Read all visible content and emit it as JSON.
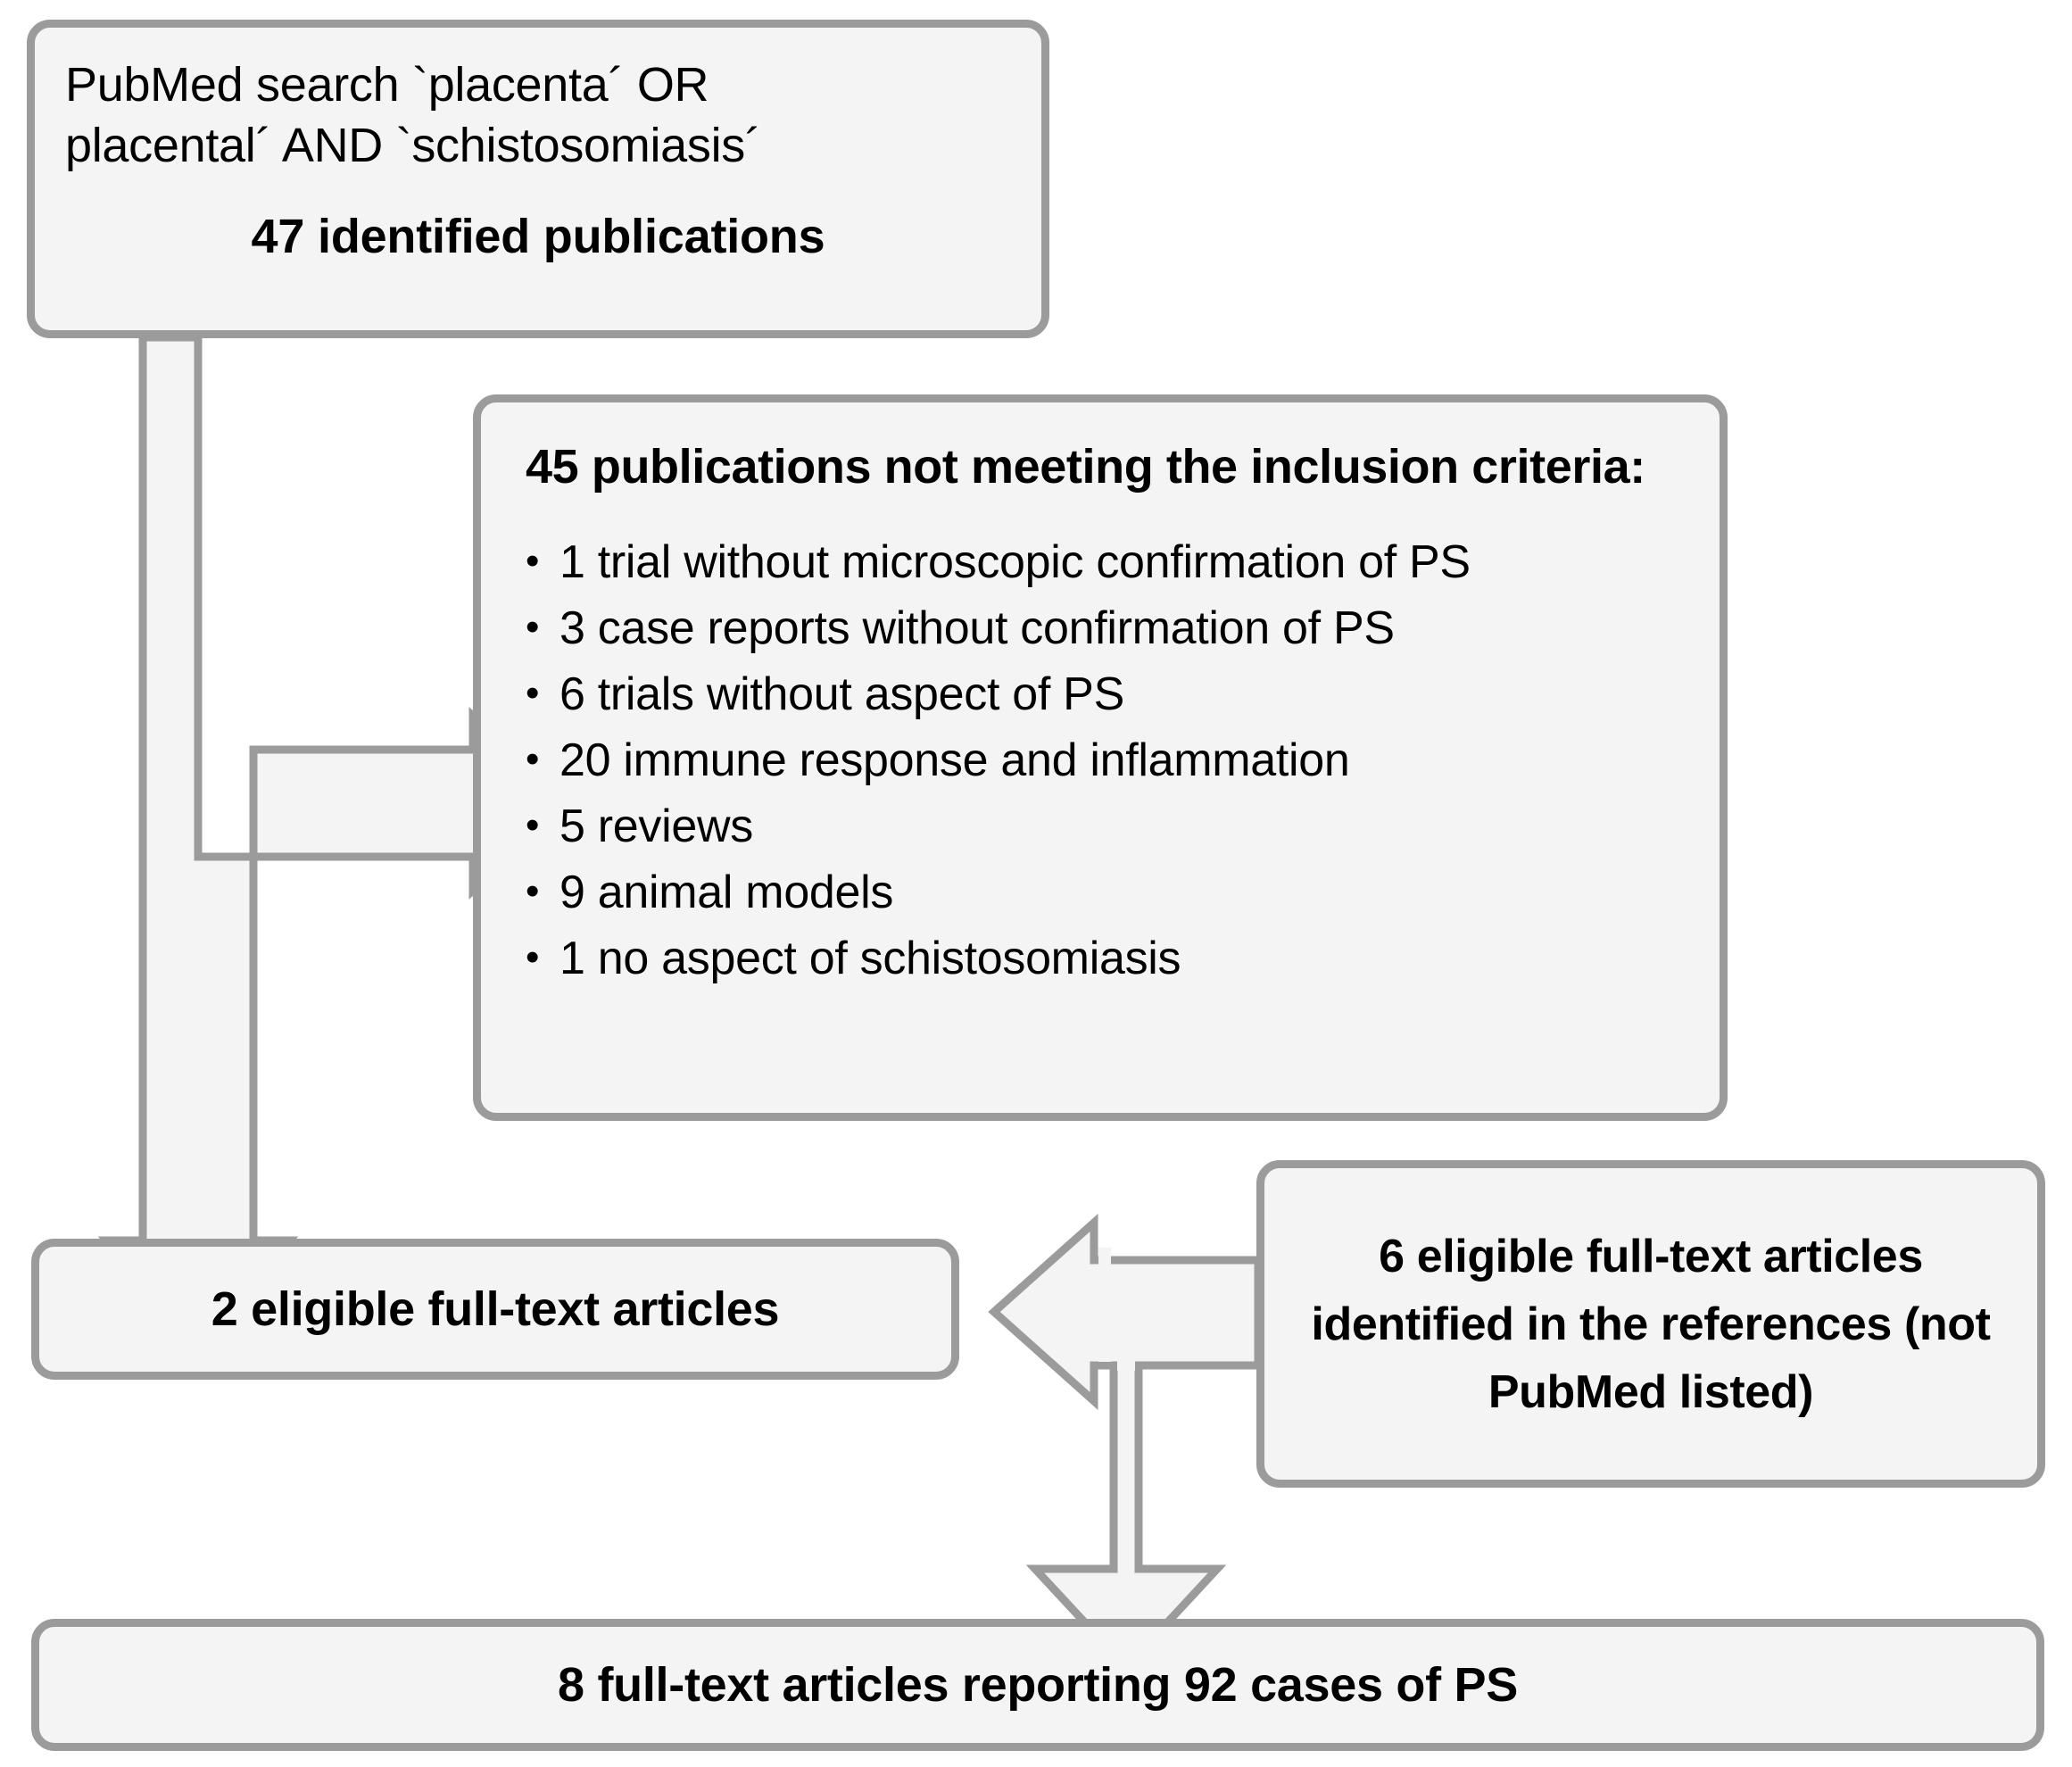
{
  "diagram": {
    "type": "flowchart",
    "title": "PRISMA-style literature selection flow for placental schistosomiasis",
    "colors": {
      "box_fill": "#f4f4f4",
      "box_border": "#9b9b9b",
      "arrow_fill": "#f4f4f4",
      "arrow_border": "#9b9b9b",
      "text": "#000000",
      "background": "#ffffff"
    }
  },
  "box_search": {
    "line1": "PubMed search `placenta´ OR",
    "line2": "placental´ AND `schistosomiasis´",
    "count": "47 identified publications"
  },
  "box_excluded": {
    "heading": "45 publications not meeting the inclusion criteria:",
    "items": [
      "1 trial without microscopic confirmation of PS",
      "3 case reports without confirmation of PS",
      "6 trials without aspect of PS",
      "20 immune response and inflammation",
      "5 reviews",
      "9 animal models",
      "1 no aspect of schistosomiasis"
    ]
  },
  "box_eligible2": {
    "label": "2 eligible full-text articles"
  },
  "box_eligible6": {
    "label": "6 eligible full-text articles identified in the references (not PubMed listed)"
  },
  "box_final": {
    "label": "8 full-text articles reporting 92 cases of PS"
  },
  "connectors": [
    {
      "name": "search-to-excluded",
      "direction": "right"
    },
    {
      "name": "search-to-eligible2",
      "direction": "down"
    },
    {
      "name": "eligible6-to-junction",
      "direction": "left"
    },
    {
      "name": "junction-to-final",
      "direction": "down"
    }
  ]
}
